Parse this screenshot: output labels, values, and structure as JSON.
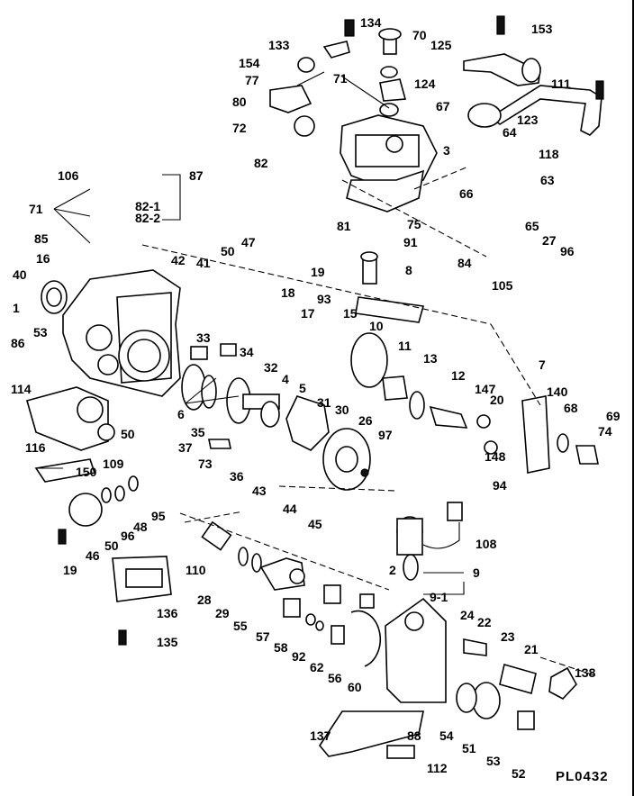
{
  "diagram": {
    "code": "PL0432",
    "callouts": [
      "134",
      "70",
      "153",
      "133",
      "125",
      "154",
      "71",
      "77",
      "124",
      "111",
      "80",
      "67",
      "72",
      "123",
      "3",
      "64",
      "106",
      "87",
      "82",
      "118",
      "66",
      "63",
      "71",
      "82-1",
      "82-2",
      "81",
      "75",
      "65",
      "27",
      "96",
      "85",
      "91",
      "16",
      "47",
      "84",
      "105",
      "42",
      "41",
      "50",
      "19",
      "40",
      "8",
      "18",
      "1",
      "93",
      "17",
      "15",
      "10",
      "53",
      "33",
      "34",
      "86",
      "11",
      "7",
      "32",
      "13",
      "12",
      "114",
      "147",
      "140",
      "68",
      "6",
      "4",
      "5",
      "31",
      "30",
      "26",
      "20",
      "69",
      "74",
      "35",
      "37",
      "50",
      "148",
      "73",
      "97",
      "94",
      "116",
      "109",
      "36",
      "150",
      "43",
      "44",
      "45",
      "96",
      "48",
      "95",
      "46",
      "50",
      "108",
      "19",
      "110",
      "2",
      "9",
      "28",
      "29",
      "55",
      "9-1",
      "136",
      "135",
      "24",
      "22",
      "57",
      "58",
      "92",
      "62",
      "56",
      "23",
      "21",
      "138",
      "60",
      "137",
      "88",
      "54",
      "51",
      "53",
      "52",
      "112"
    ]
  }
}
